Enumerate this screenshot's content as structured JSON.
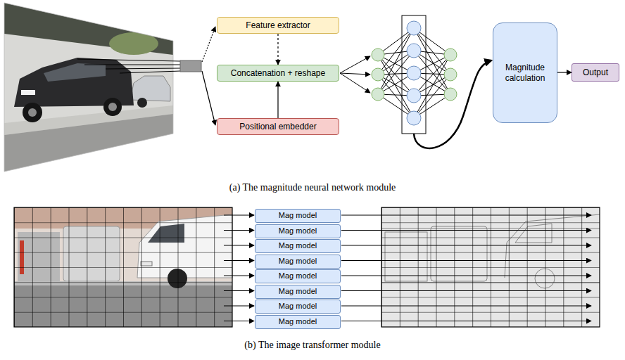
{
  "diagram": {
    "nodes": [
      {
        "text": [
          "Feature extractor"
        ]
      },
      {
        "text": [
          "Concatenation + reshape"
        ]
      },
      {
        "text": [
          "Positional embedder"
        ]
      },
      {
        "text": [
          "Magnitude calculation"
        ]
      },
      {
        "text": [
          "Output"
        ]
      },
      {
        "text": [
          "Mag model"
        ]
      },
      {
        "text": [
          "Mag model"
        ]
      },
      {
        "text": [
          "Mag model"
        ]
      },
      {
        "text": [
          "Mag model"
        ]
      },
      {
        "text": [
          "Mag model"
        ]
      },
      {
        "text": [
          "Mag model"
        ]
      },
      {
        "text": [
          "Mag model"
        ]
      },
      {
        "text": [
          "Mag model"
        ]
      }
    ],
    "edges": [
      {
        "from": 0,
        "to": 1,
        "arrow": "to"
      },
      {
        "from": 2,
        "to": 1,
        "arrow": "to"
      },
      {
        "from": 3,
        "to": 4,
        "arrow": "to"
      }
    ],
    "labels": [
      "(a) The magnitude neural network module",
      "(b) The image transformer module"
    ]
  }
}
